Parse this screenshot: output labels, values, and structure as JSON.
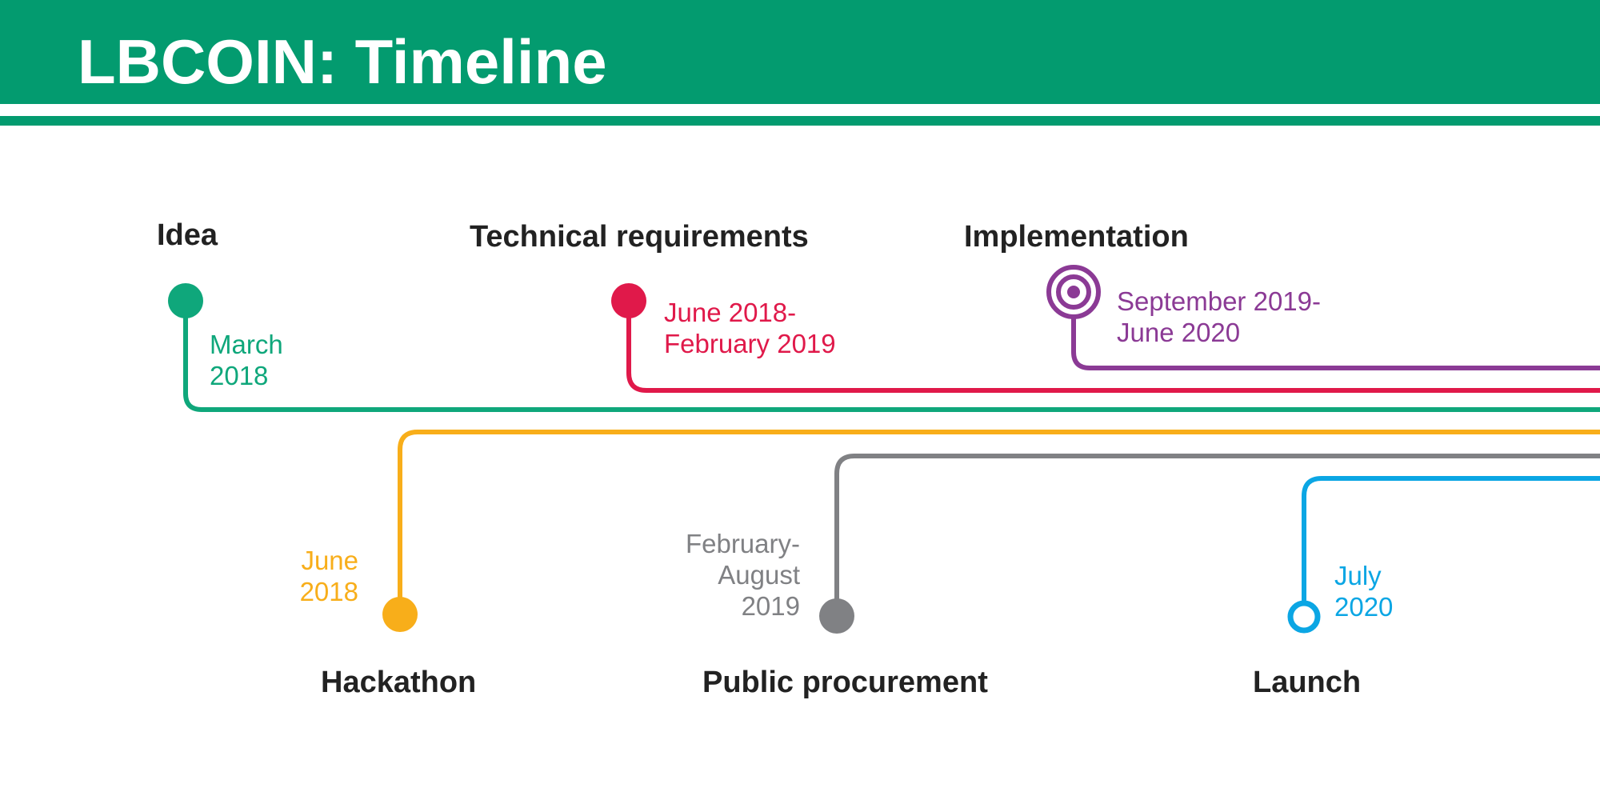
{
  "header": {
    "title": "LBCOIN: Timeline",
    "color": "#039b6f"
  },
  "milestones": [
    {
      "id": "idea",
      "title": "Idea",
      "date": "March\n2018",
      "color": "#0fa77b",
      "marker": "dot"
    },
    {
      "id": "technical-requirements",
      "title": "Technical requirements",
      "date": "June 2018-\nFebruary 2019",
      "color": "#e0194a",
      "marker": "dot"
    },
    {
      "id": "implementation",
      "title": "Implementation",
      "date": "September 2019-\nJune 2020",
      "color": "#8b3a95",
      "marker": "target"
    },
    {
      "id": "hackathon",
      "title": "Hackathon",
      "date": "June\n2018",
      "color": "#f8ae1a",
      "marker": "dot"
    },
    {
      "id": "public-procurement",
      "title": "Public procurement",
      "date": "February-\nAugust\n2019",
      "color": "#808184",
      "marker": "dot"
    },
    {
      "id": "launch",
      "title": "Launch",
      "date": "July\n2020",
      "color": "#0ba6e4",
      "marker": "ring"
    }
  ]
}
